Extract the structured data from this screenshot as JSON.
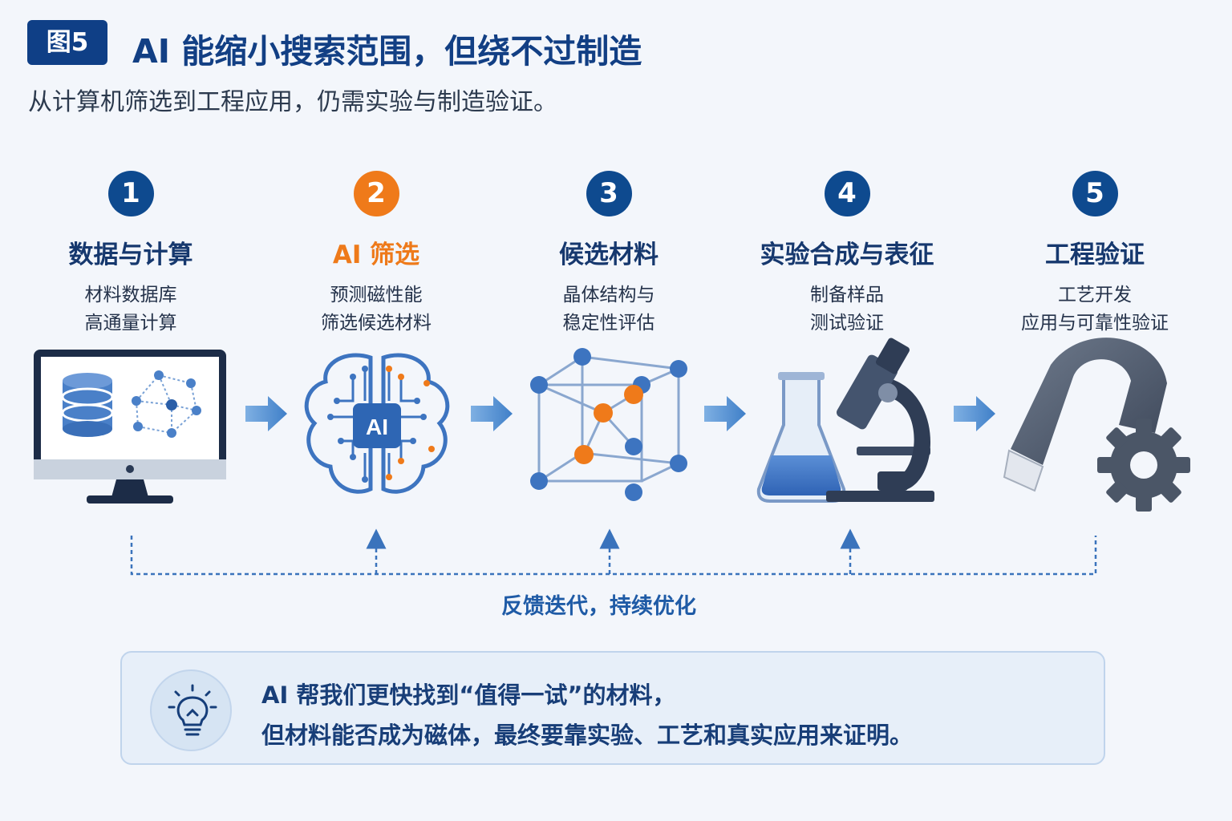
{
  "figure_label": "图5",
  "title": "AI 能缩小搜索范围，但绕不过制造",
  "subtitle": "从计算机筛选到工程应用，仍需实验与制造验证。",
  "steps": [
    {
      "num": "1",
      "title": "数据与计算",
      "desc1": "材料数据库",
      "desc2": "高通量计算",
      "icon": "computer-database-icon",
      "highlight": false
    },
    {
      "num": "2",
      "title": "AI 筛选",
      "desc1": "预测磁性能",
      "desc2": "筛选候选材料",
      "icon": "ai-brain-icon",
      "highlight": true
    },
    {
      "num": "3",
      "title": "候选材料",
      "desc1": "晶体结构与",
      "desc2": "稳定性评估",
      "icon": "crystal-lattice-icon",
      "highlight": false
    },
    {
      "num": "4",
      "title": "实验合成与表征",
      "desc1": "制备样品",
      "desc2": "测试验证",
      "icon": "flask-microscope-icon",
      "highlight": false
    },
    {
      "num": "5",
      "title": "工程验证",
      "desc1": "工艺开发",
      "desc2": "应用与可靠性验证",
      "icon": "magnet-gear-icon",
      "highlight": false
    }
  ],
  "ai_chip_label": "AI",
  "feedback_label": "反馈迭代，持续优化",
  "callout": {
    "icon": "lightbulb-icon",
    "line1": "AI 帮我们更快找到“值得一试”的材料，",
    "line2": "但材料能否成为磁体，最终要靠实验、工艺和真实应用来证明。"
  },
  "colors": {
    "navy": "#0e4a8f",
    "orange": "#ef7a1a",
    "arrow_blue": "#4a86cc",
    "background": "#f3f6fb"
  }
}
